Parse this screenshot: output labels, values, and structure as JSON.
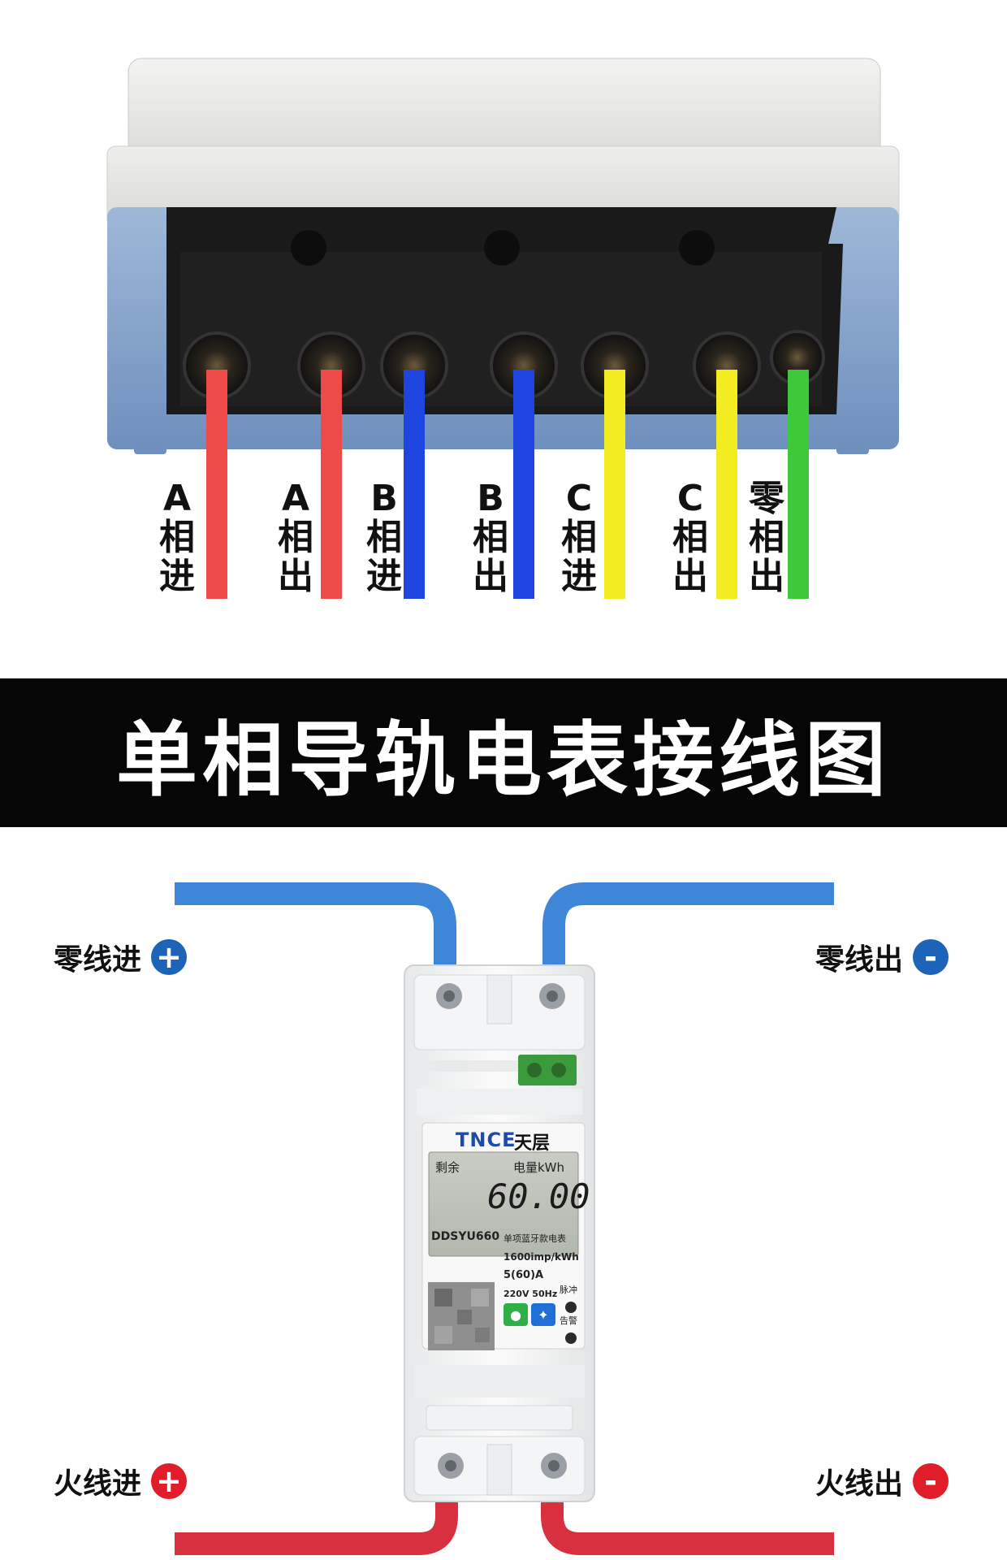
{
  "wire_labels": [
    {
      "id": "a-in",
      "chars": [
        "A",
        "相",
        "进"
      ],
      "color": "#ef4a4a"
    },
    {
      "id": "a-out",
      "chars": [
        "A",
        "相",
        "出"
      ],
      "color": "#ef4a4a"
    },
    {
      "id": "b-in",
      "chars": [
        "B",
        "相",
        "进"
      ],
      "color": "#1f45e0"
    },
    {
      "id": "b-out",
      "chars": [
        "B",
        "相",
        "出"
      ],
      "color": "#1f45e0"
    },
    {
      "id": "c-in",
      "chars": [
        "C",
        "相",
        "进"
      ],
      "color": "#f2ec21"
    },
    {
      "id": "c-out",
      "chars": [
        "C",
        "相",
        "出"
      ],
      "color": "#f2ec21"
    },
    {
      "id": "n-out",
      "chars": [
        "零",
        "相",
        "出"
      ],
      "color": "#3fc83a"
    }
  ],
  "banner": {
    "title": "单相导轨电表接线图"
  },
  "connections": {
    "neutral_in": {
      "label": "零线进",
      "sign": "+",
      "sign_color": "#1d64b8"
    },
    "neutral_out": {
      "label": "零线出",
      "sign": "-",
      "sign_color": "#1d64b8"
    },
    "live_in": {
      "label": "火线进",
      "sign": "+",
      "sign_color": "#e11d2a"
    },
    "live_out": {
      "label": "火线出",
      "sign": "-",
      "sign_color": "#e11d2a"
    }
  },
  "meter": {
    "brand_latin": "TNCE",
    "brand_cn": "天层",
    "lcd_left_label": "剩余",
    "lcd_right_label": "电量kWh",
    "lcd_reading": "60.00",
    "model": "DDSYU660",
    "model_desc": "单项蓝牙款电表",
    "spec_imp": "1600imp/kWh",
    "spec_current": "5(60)A",
    "spec_voltage": "220V 50Hz",
    "indicator_pulse": "脉冲",
    "indicator_alarm": "告警",
    "icon_wechat": "wechat-icon",
    "icon_app": "app-icon"
  },
  "colors": {
    "neutral_wire": "#3d86d8",
    "live_wire": "#d93040",
    "banner_bg": "#060606"
  }
}
